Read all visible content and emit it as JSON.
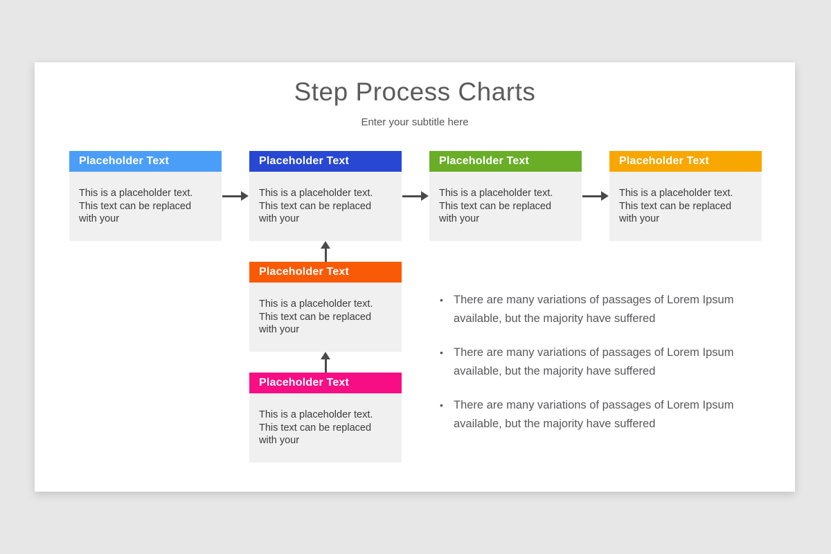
{
  "slide": {
    "title": "Step Process Charts",
    "subtitle": "Enter your subtitle here"
  },
  "boxes": [
    {
      "header": "Placeholder Text",
      "body": "This is a placeholder text. This text can be replaced with your",
      "color": "#4B9EF8"
    },
    {
      "header": "Placeholder Text",
      "body": "This is a placeholder text. This text can be replaced with your",
      "color": "#2847D2"
    },
    {
      "header": "Placeholder Text",
      "body": "This is a placeholder text. This text can be replaced with your",
      "color": "#6AAD27"
    },
    {
      "header": "Placeholder Text",
      "body": "This is a placeholder text. This text can be replaced with your",
      "color": "#F7A700"
    },
    {
      "header": "Placeholder Text",
      "body": "This is a placeholder text. This text can be replaced with your",
      "color": "#F95A06"
    },
    {
      "header": "Placeholder Text",
      "body": "This is a placeholder text. This text can be replaced with your",
      "color": "#F70D84"
    }
  ],
  "bullets": [
    "There are many variations of passages of Lorem Ipsum available, but the majority have suffered",
    "There are many variations of passages of Lorem Ipsum available, but the majority have suffered",
    "There are many variations of passages of Lorem Ipsum available, but the majority have suffered"
  ],
  "colors": {
    "page_background": "#E8E7E8",
    "slide_background": "#FFFFFF",
    "box_body_background": "#F1F0F0",
    "arrow": "#4A4A4A",
    "title_text": "#5B5B5B",
    "body_text": "#3A3A3A",
    "bullet_text": "#58585B"
  }
}
